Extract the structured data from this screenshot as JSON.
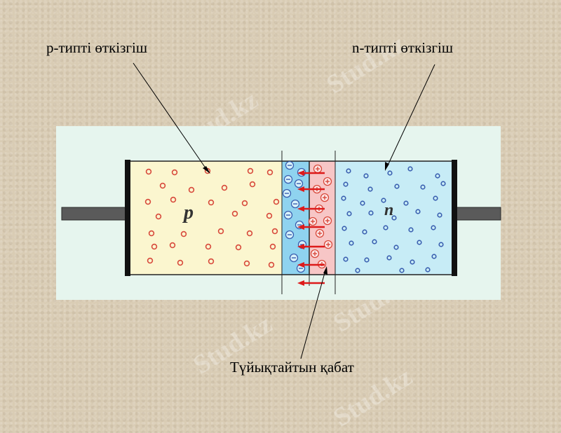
{
  "labels": {
    "p_type": "p-типті өткізгіш",
    "n_type": "n-типті өткізгіш",
    "depletion_layer": "Түйықтайтын қабат"
  },
  "regions": {
    "p_letter": "p",
    "n_letter": "n"
  },
  "watermark": "Stud.kz",
  "colors": {
    "background": "#d9ccb4",
    "panel": "#e6f5ee",
    "p_region": "#fbf6cf",
    "n_region": "#c7ecf6",
    "depletion_blue": "#8fd3ef",
    "depletion_pink": "#f7c6c6",
    "hole": "#d84a3c",
    "electron": "#3a5fb0",
    "arrow": "#dd1a1a"
  }
}
